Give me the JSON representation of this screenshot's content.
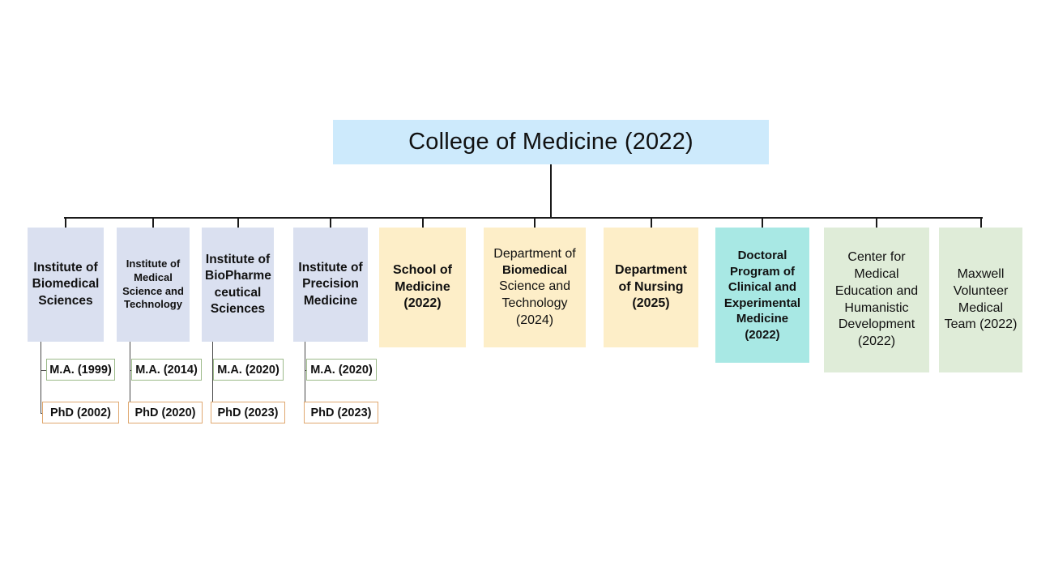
{
  "diagram": {
    "title": "College of Medicine (2022)",
    "type": "organizational-chart",
    "root": {
      "label": "College of Medicine (2022)",
      "color": "#cdeafc"
    },
    "palette": {
      "root_blue": "#cdeafc",
      "institute_blue": "#dae0f0",
      "department_cream": "#fdeec8",
      "program_teal": "#a8e8e4",
      "center_green": "#dfecd8",
      "ma_border_green": "#9cba8a",
      "phd_border_orange": "#e0a870",
      "connector": "#1a1a1a"
    },
    "units": [
      {
        "id": "inst-biomedical-sciences",
        "lines": [
          "Institute of",
          "Biomedical",
          "Sciences"
        ],
        "fill": "fill-blue",
        "weight": "wt-bold",
        "font_size": 15.5,
        "degrees": [
          {
            "id": "ma",
            "label": "M.A. (1999)",
            "border": "brd-green"
          },
          {
            "id": "phd",
            "label": "PhD (2002)",
            "border": "brd-orange"
          }
        ]
      },
      {
        "id": "inst-medical-science-technology",
        "lines": [
          "Institute of",
          "Medical",
          "Science and",
          "Technology"
        ],
        "fill": "fill-blue",
        "weight": "wt-bold",
        "font_size": 13,
        "degrees": [
          {
            "id": "ma",
            "label": "M.A. (2014)",
            "border": "brd-green"
          },
          {
            "id": "phd",
            "label": "PhD (2020)",
            "border": "brd-orange"
          }
        ]
      },
      {
        "id": "inst-biopharmeceutical-sciences",
        "lines": [
          "Institute of",
          "BioPharme",
          "ceutical",
          "Sciences"
        ],
        "fill": "fill-blue",
        "weight": "wt-bold",
        "font_size": 15.5,
        "degrees": [
          {
            "id": "ma",
            "label": "M.A. (2020)",
            "border": "brd-green"
          },
          {
            "id": "phd",
            "label": "PhD (2023)",
            "border": "brd-orange"
          }
        ]
      },
      {
        "id": "inst-precision-medicine",
        "lines": [
          "Institute of",
          "Precision",
          "Medicine"
        ],
        "fill": "fill-blue",
        "weight": "wt-bold",
        "font_size": 15.5,
        "degrees": [
          {
            "id": "ma",
            "label": "M.A. (2020)",
            "border": "brd-green"
          },
          {
            "id": "phd",
            "label": "PhD (2023)",
            "border": "brd-orange"
          }
        ]
      },
      {
        "id": "school-of-medicine",
        "lines": [
          "School of",
          "Medicine",
          "(2022)"
        ],
        "fill": "fill-cream",
        "weight": "wt-bold",
        "font_size": 16,
        "degrees": []
      },
      {
        "id": "dept-biomedical-science-technology",
        "lines": [
          "Department of",
          "Biomedical",
          "Science and",
          "Technology",
          "(2024)"
        ],
        "fill": "fill-cream",
        "weight": "wt-normal",
        "font_size": 16,
        "bold_line_index": 1,
        "degrees": []
      },
      {
        "id": "dept-nursing",
        "lines": [
          "Department",
          "of Nursing",
          "(2025)"
        ],
        "fill": "fill-cream",
        "weight": "wt-bold",
        "font_size": 16,
        "degrees": []
      },
      {
        "id": "doctoral-program-clinical-experimental-medicine",
        "lines": [
          "Doctoral",
          "Program of",
          "Clinical and",
          "Experimental",
          "Medicine",
          "(2022)"
        ],
        "fill": "fill-teal",
        "weight": "wt-bold",
        "font_size": 15,
        "degrees": []
      },
      {
        "id": "center-medical-education-humanistic-development",
        "lines": [
          "Center for",
          "Medical",
          "Education and",
          "Humanistic",
          "Development",
          "(2022)"
        ],
        "fill": "fill-green",
        "weight": "wt-normal",
        "font_size": 16,
        "degrees": []
      },
      {
        "id": "maxwell-volunteer-medical-team",
        "lines": [
          "Maxwell",
          "Volunteer",
          "Medical",
          "Team (2022)"
        ],
        "fill": "fill-green",
        "weight": "wt-normal",
        "font_size": 16,
        "degrees": []
      }
    ]
  }
}
